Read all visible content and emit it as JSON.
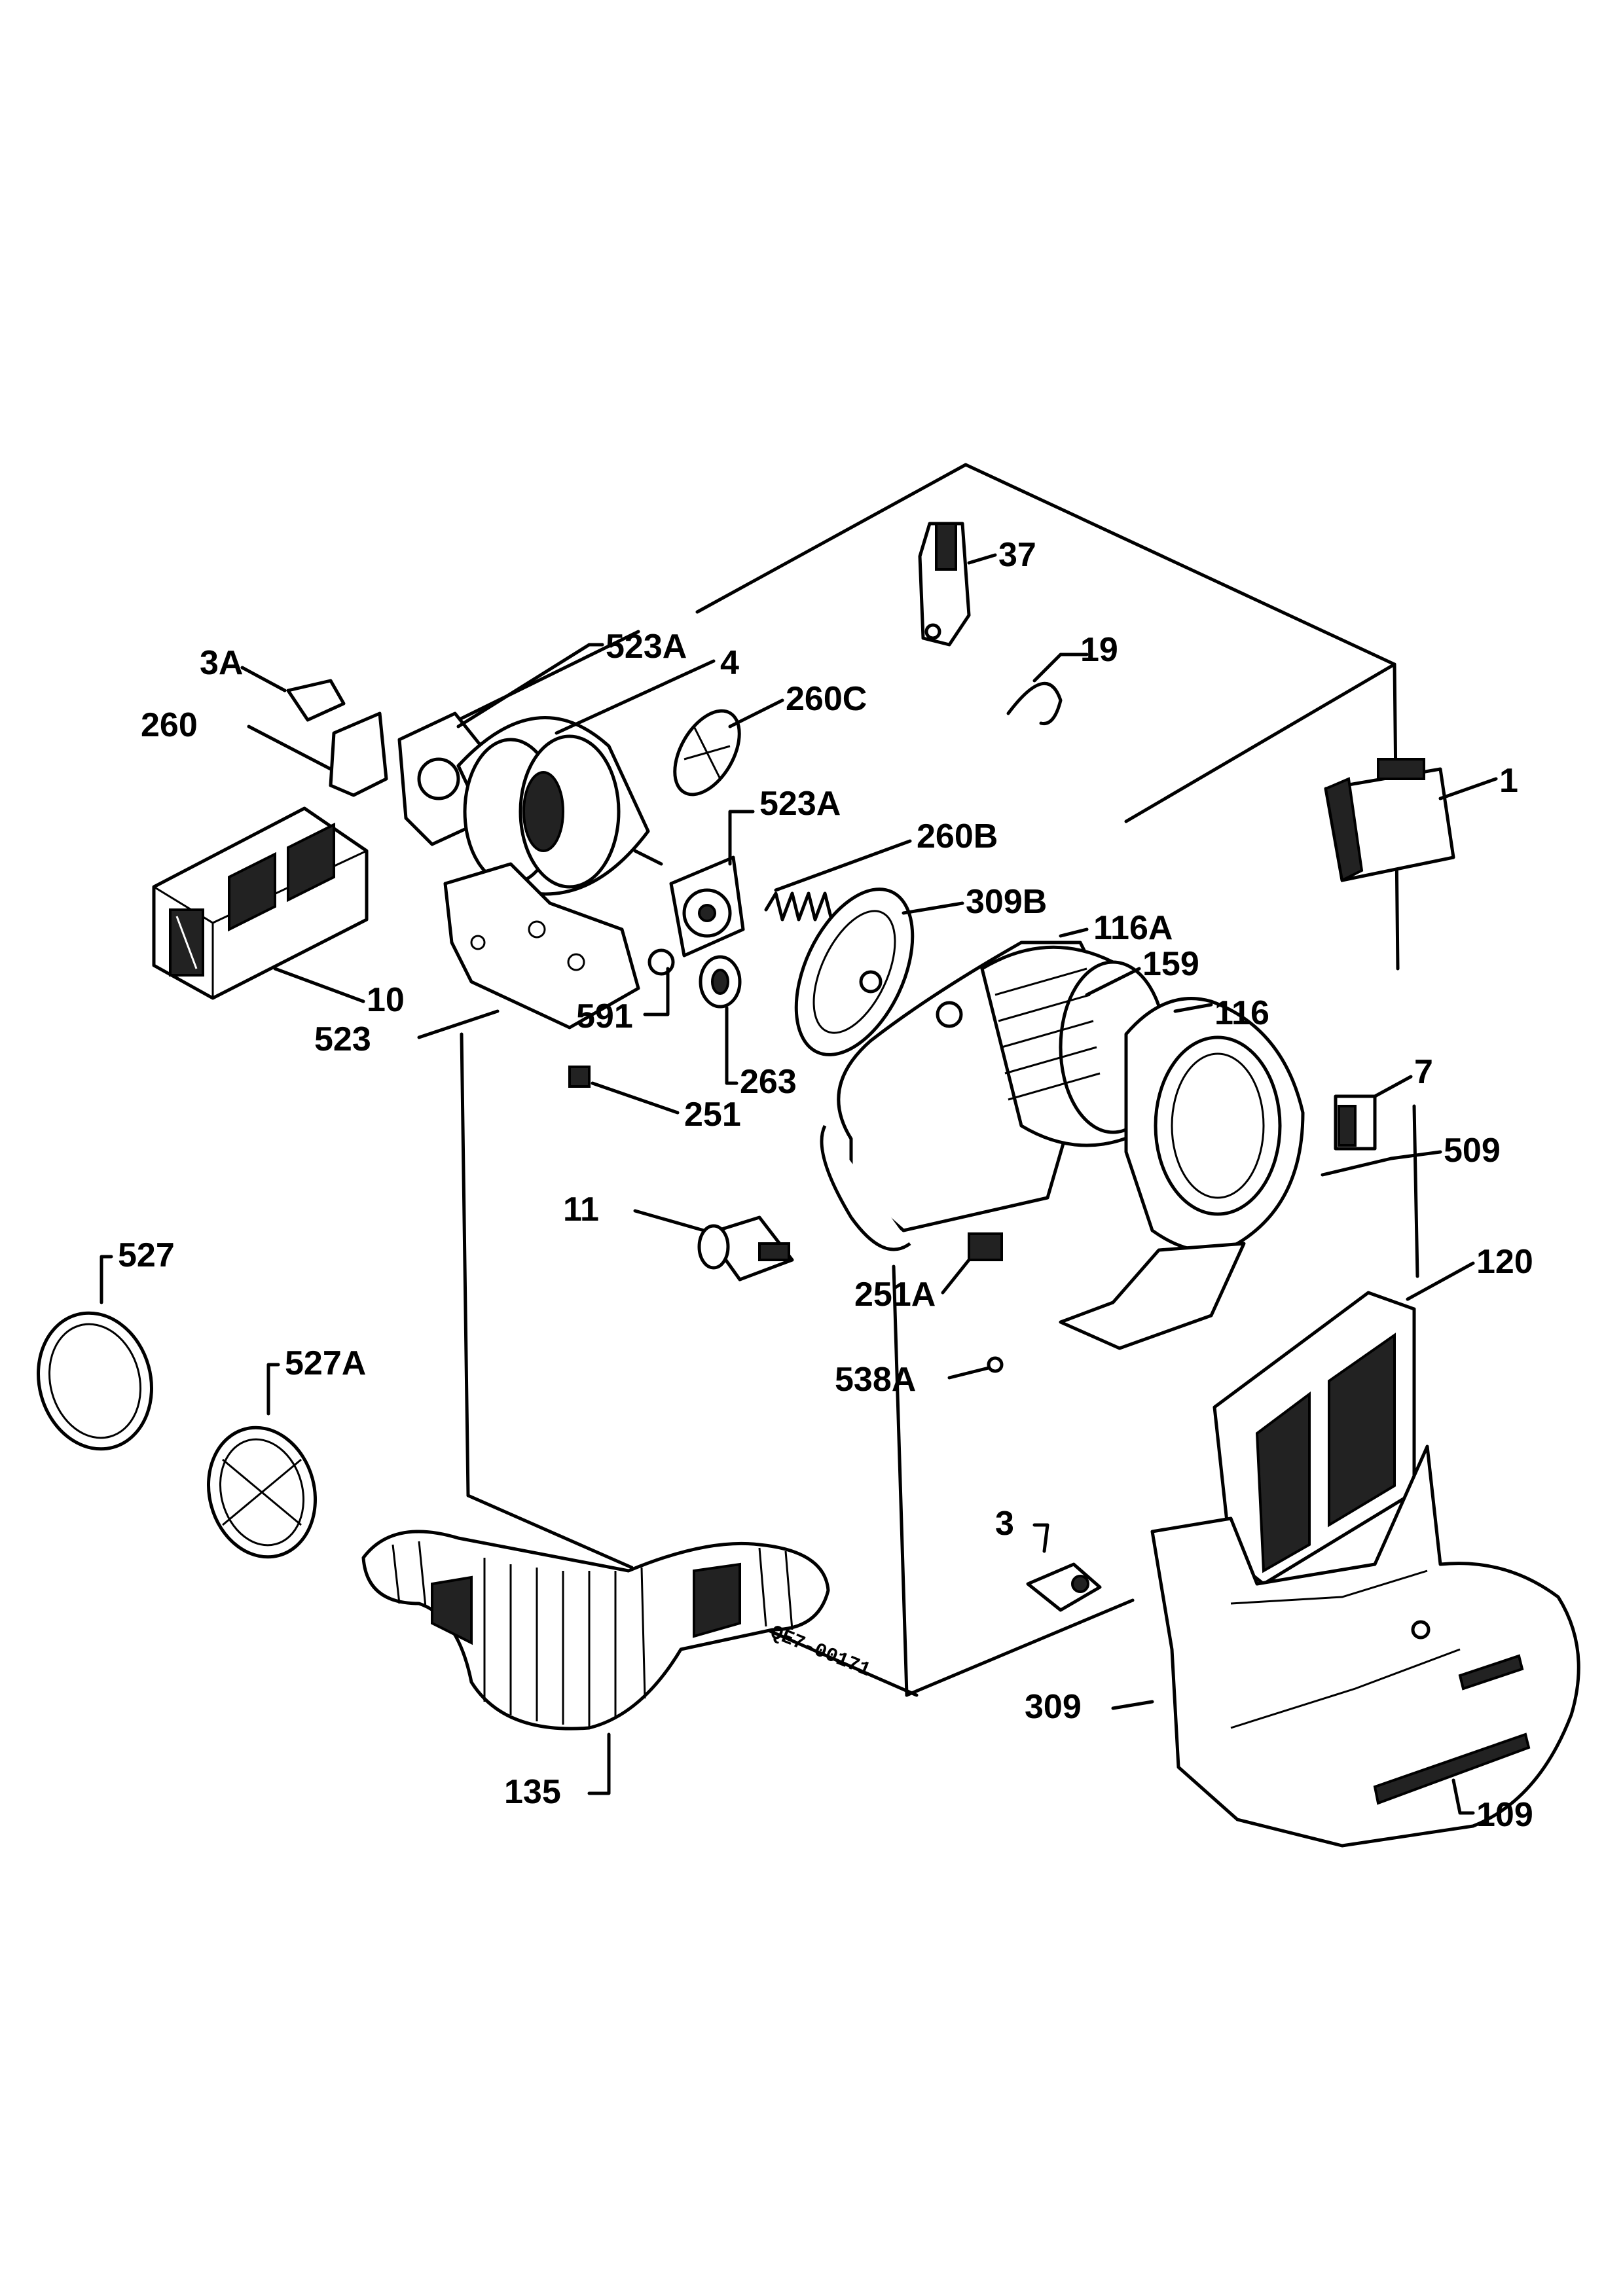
{
  "labels": {
    "p1": "1",
    "p3": "3",
    "p3a": "3A",
    "p4": "4",
    "p7": "7",
    "p10": "10",
    "p11": "11",
    "p19": "19",
    "p37": "37",
    "p109": "109",
    "p116": "116",
    "p116a": "116A",
    "p120": "120",
    "p135": "135",
    "p159": "159",
    "p251": "251",
    "p251a": "251A",
    "p260": "260",
    "p260b": "260B",
    "p260c": "260C",
    "p263": "263",
    "p309": "309",
    "p309b": "309B",
    "p509": "509",
    "p523": "523",
    "p523a_top": "523A",
    "p523a_mid": "523A",
    "p527": "527",
    "p527a": "527A",
    "p538a": "538A",
    "p591": "591"
  },
  "drawing_code": "QE7-00171"
}
